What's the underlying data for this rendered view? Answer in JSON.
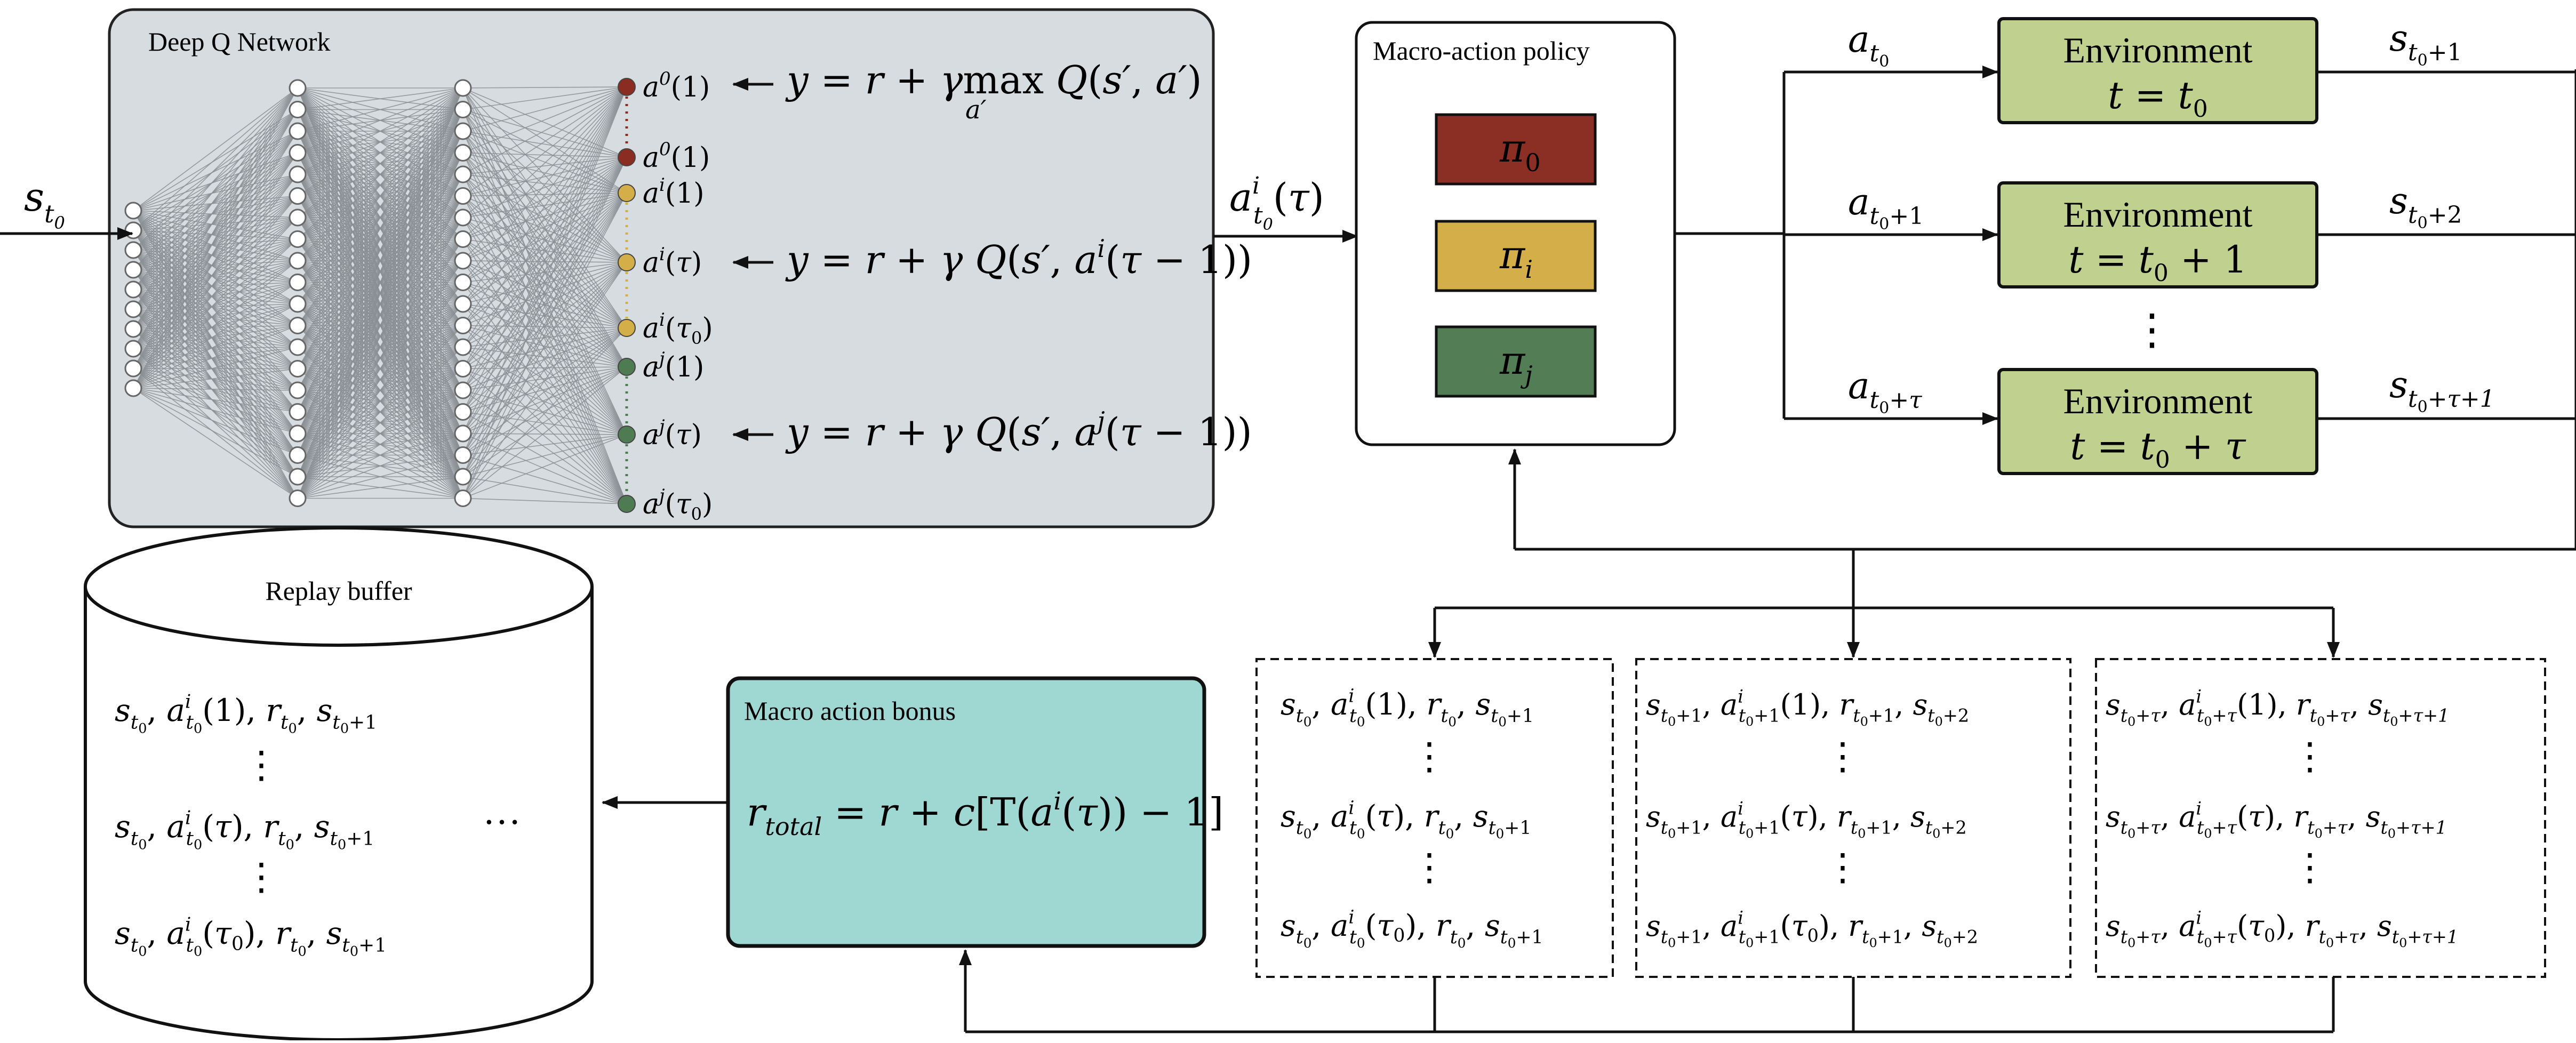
{
  "dqn": {
    "title": "Deep Q Network",
    "input_label": "s_{t_0}",
    "neuron_colors": {
      "red": "#8B2C22",
      "yellow": "#D4AE49",
      "green": "#4F7B52"
    },
    "outputs": [
      {
        "label": "a^0(1)"
      },
      {
        "label": "a^0(1)"
      },
      {
        "label": "a^i(1)"
      },
      {
        "label": "a^i(τ)"
      },
      {
        "label": "a^i(τ_0)"
      },
      {
        "label": "a^j(1)"
      },
      {
        "label": "a^j(τ)"
      },
      {
        "label": "a^j(τ_0)"
      }
    ],
    "targets": [
      "y = r + γ max_{a'} Q(s', a')",
      "y = r + γ Q(s', a^i(τ − 1))",
      "y = r + γ Q(s', a^j(τ − 1))"
    ]
  },
  "action_label": "a^i_{t_0}(τ)",
  "macro_policy": {
    "title": "Macro-action policy",
    "policies": [
      {
        "label": "π_0",
        "color": "#8B2F25"
      },
      {
        "label": "π_i",
        "color": "#D4AE49"
      },
      {
        "label": "π_j",
        "color": "#527D55"
      }
    ]
  },
  "environments": [
    {
      "title": "Environment",
      "time": "t = t_0",
      "action": "a_{t_0}",
      "next_state": "s_{t_0+1}"
    },
    {
      "title": "Environment",
      "time": "t = t_0 + 1",
      "action": "a_{t_0+1}",
      "next_state": "s_{t_0+2}"
    },
    {
      "title": "Environment",
      "time": "t = t_0 + τ",
      "action": "a_{t_0+τ}",
      "next_state": "s_{t_0+τ+1}"
    }
  ],
  "env_color": "#BFD08F",
  "replay_buffer": {
    "title": "Replay buffer",
    "rows": [
      "s_{t_0}, a^i_{t_0}(1), r_{t_0}, s_{t_0+1}",
      "s_{t_0}, a^i_{t_0}(τ), r_{t_0}, s_{t_0+1}",
      "s_{t_0}, a^i_{t_0}(τ_0), r_{t_0}, s_{t_0+1}"
    ],
    "more": "…"
  },
  "bonus": {
    "title": "Macro action bonus",
    "formula": "r_total = r + c[T(a^i(τ)) − 1]",
    "color": "#9FD8D3"
  },
  "transition_groups": [
    {
      "rows": [
        "s_{t_0}, a^i_{t_0}(1), r_{t_0}, s_{t_0+1}",
        "s_{t_0}, a^i_{t_0}(τ), r_{t_0}, s_{t_0+1}",
        "s_{t_0}, a^i_{t_0}(τ_0), r_{t_0}, s_{t_0+1}"
      ]
    },
    {
      "rows": [
        "s_{t_0+1}, a^i_{t_0+1}(1), r_{t_0+1}, s_{t_0+2}",
        "s_{t_0+1}, a^i_{t_0+1}(τ), r_{t_0+1}, s_{t_0+2}",
        "s_{t_0+1}, a^i_{t_0+1}(τ_0), r_{t_0+1}, s_{t_0+2}"
      ]
    },
    {
      "rows": [
        "s_{t_0+τ}, a^i_{t_0+τ}(1), r_{t_0+τ}, s_{t_0+τ+1}",
        "s_{t_0+τ}, a^i_{t_0+τ}(τ), r_{t_0+τ}, s_{t_0+τ+1}",
        "s_{t_0+τ}, a^i_{t_0+τ}(τ_0), r_{t_0+τ}, s_{t_0+τ+1}"
      ]
    }
  ]
}
